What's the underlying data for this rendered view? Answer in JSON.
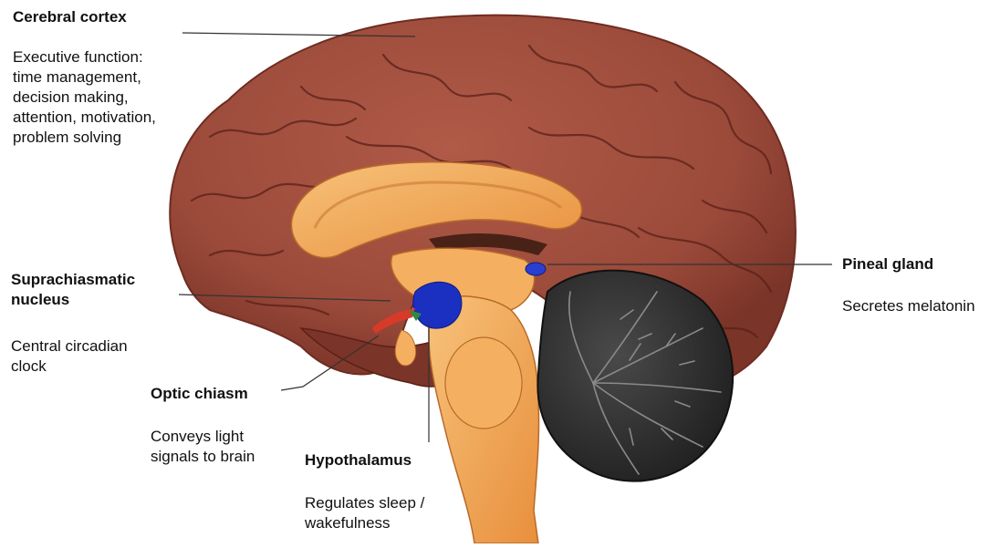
{
  "labels": {
    "cerebral_cortex": {
      "title": "Cerebral cortex",
      "desc": [
        "Executive function:",
        "time management,",
        "decision making,",
        "attention, motivation,",
        "problem solving"
      ]
    },
    "scn": {
      "title": [
        "Suprachiasmatic",
        "nucleus"
      ],
      "desc": [
        "Central circadian",
        "clock"
      ]
    },
    "optic_chiasm": {
      "title": "Optic chiasm",
      "desc": [
        "Conveys light",
        "signals to brain"
      ]
    },
    "hypothalamus": {
      "title": "Hypothalamus",
      "desc": [
        "Regulates sleep /",
        "wakefulness"
      ]
    },
    "pineal_gland": {
      "title": "Pineal gland",
      "desc": "Secretes melatonin"
    }
  },
  "colors": {
    "cortex": "#9b4a3a",
    "cortex_dark": "#6e2c22",
    "cortex_line": "#5a2018",
    "core": "#f2a24e",
    "core_light": "#f7c27a",
    "cerebellum": "#2e2e2e",
    "cerebellum_branch": "#6a6a6a",
    "hypothalamus": "#1b2fc0",
    "pineal": "#2a3fd0",
    "scn_red": "#d83a2a",
    "leader": "#333333"
  }
}
